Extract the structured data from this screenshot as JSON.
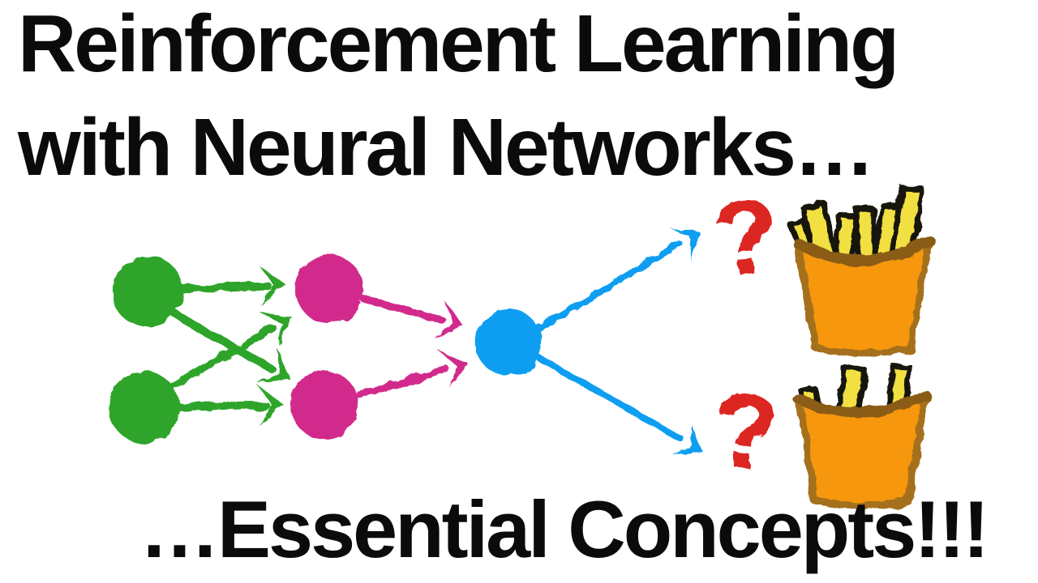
{
  "title": {
    "line1": "Reinforcement Learning",
    "line2": "with Neural Networks…"
  },
  "subtitle": "…Essential Concepts!!!",
  "question_marks": {
    "top": "?",
    "bottom": "?"
  },
  "colors": {
    "background": "#ffffff",
    "ink": "#0b0b0b",
    "green": "#2fa52b",
    "magenta": "#d12b8c",
    "blue": "#0a9ef2",
    "red": "#dc2721",
    "fry-yellow": "#f2e042",
    "fry-outline": "#161410",
    "box-orange": "#f6970e",
    "box-brown": "#a5701d",
    "box-brown-dark": "#8a5c12"
  },
  "diagram": {
    "style": "hand-drawn crayon neural network",
    "layers": [
      {
        "name": "input",
        "node_color": "green",
        "node_count": 2
      },
      {
        "name": "hidden",
        "node_color": "magenta",
        "node_count": 2
      },
      {
        "name": "output",
        "node_color": "blue",
        "node_count": 1
      }
    ],
    "connections": [
      "input-1 → hidden-1",
      "input-1 → hidden-2",
      "input-2 → hidden-1",
      "input-2 → hidden-2",
      "hidden-1 → output",
      "hidden-2 → output",
      "output → outcome-top (?)",
      "output → outcome-bottom (?)"
    ],
    "outcomes": [
      {
        "symbol": "?",
        "item": "box of french fries (large, many fries)"
      },
      {
        "symbol": "?",
        "item": "box of french fries (smaller, three fries)"
      }
    ]
  }
}
